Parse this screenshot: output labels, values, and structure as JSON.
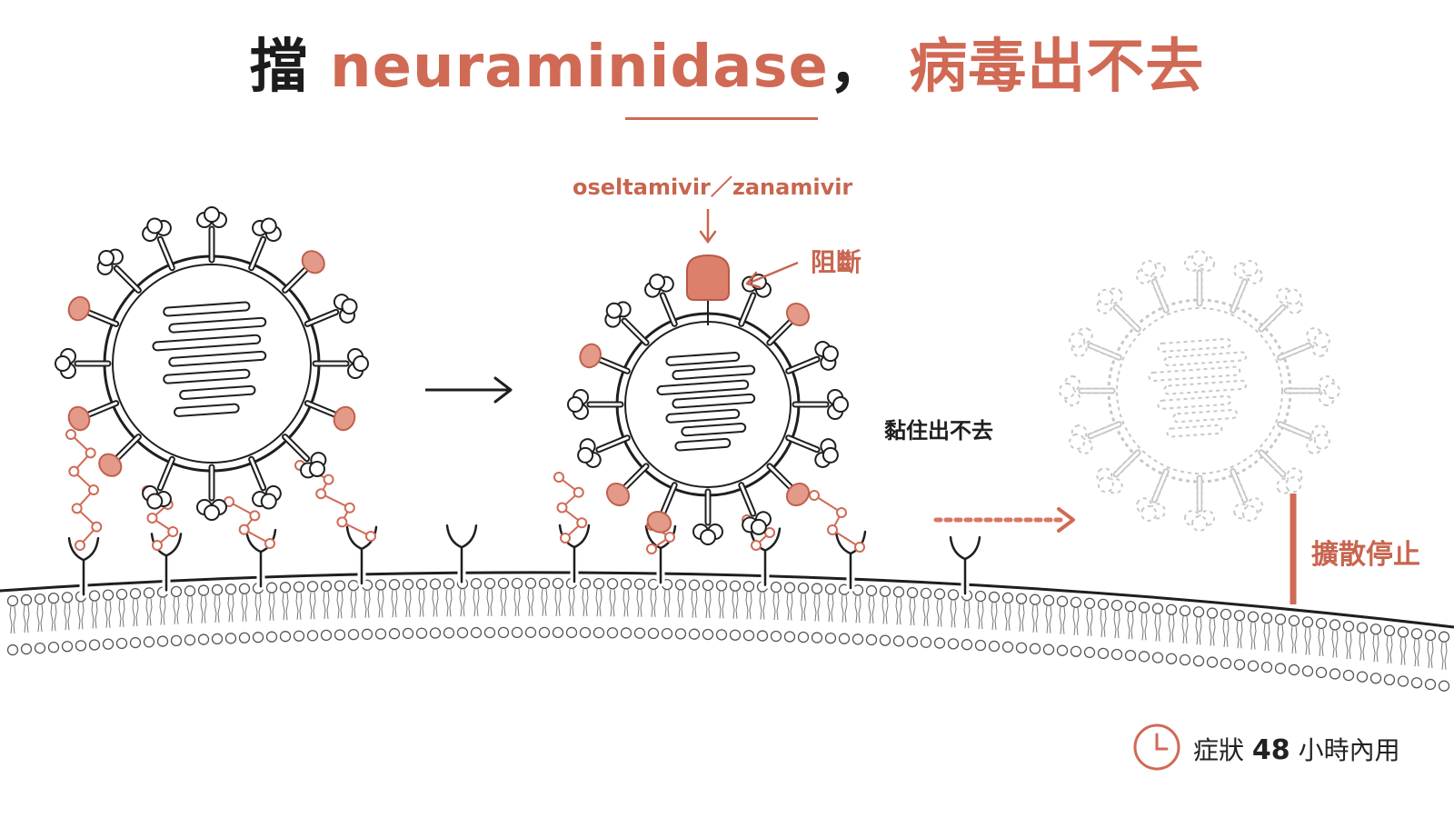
{
  "title": {
    "prefix": "擋",
    "enzyme": "neuraminidase",
    "sep": "，",
    "result": "病毒出不去"
  },
  "labels": {
    "drug": "oseltamivir／zanamivir",
    "block": "阻斷",
    "stuck": "黏住出不去",
    "spread_stop": "擴散停止"
  },
  "time_note": {
    "prefix": "症狀",
    "hours": "48",
    "suffix": "小時內用",
    "icon": "clock-icon"
  },
  "colors": {
    "accent": "#d06a55",
    "ink": "#1f1f1f",
    "faded": "#c9c9c9",
    "background": "#ffffff"
  }
}
